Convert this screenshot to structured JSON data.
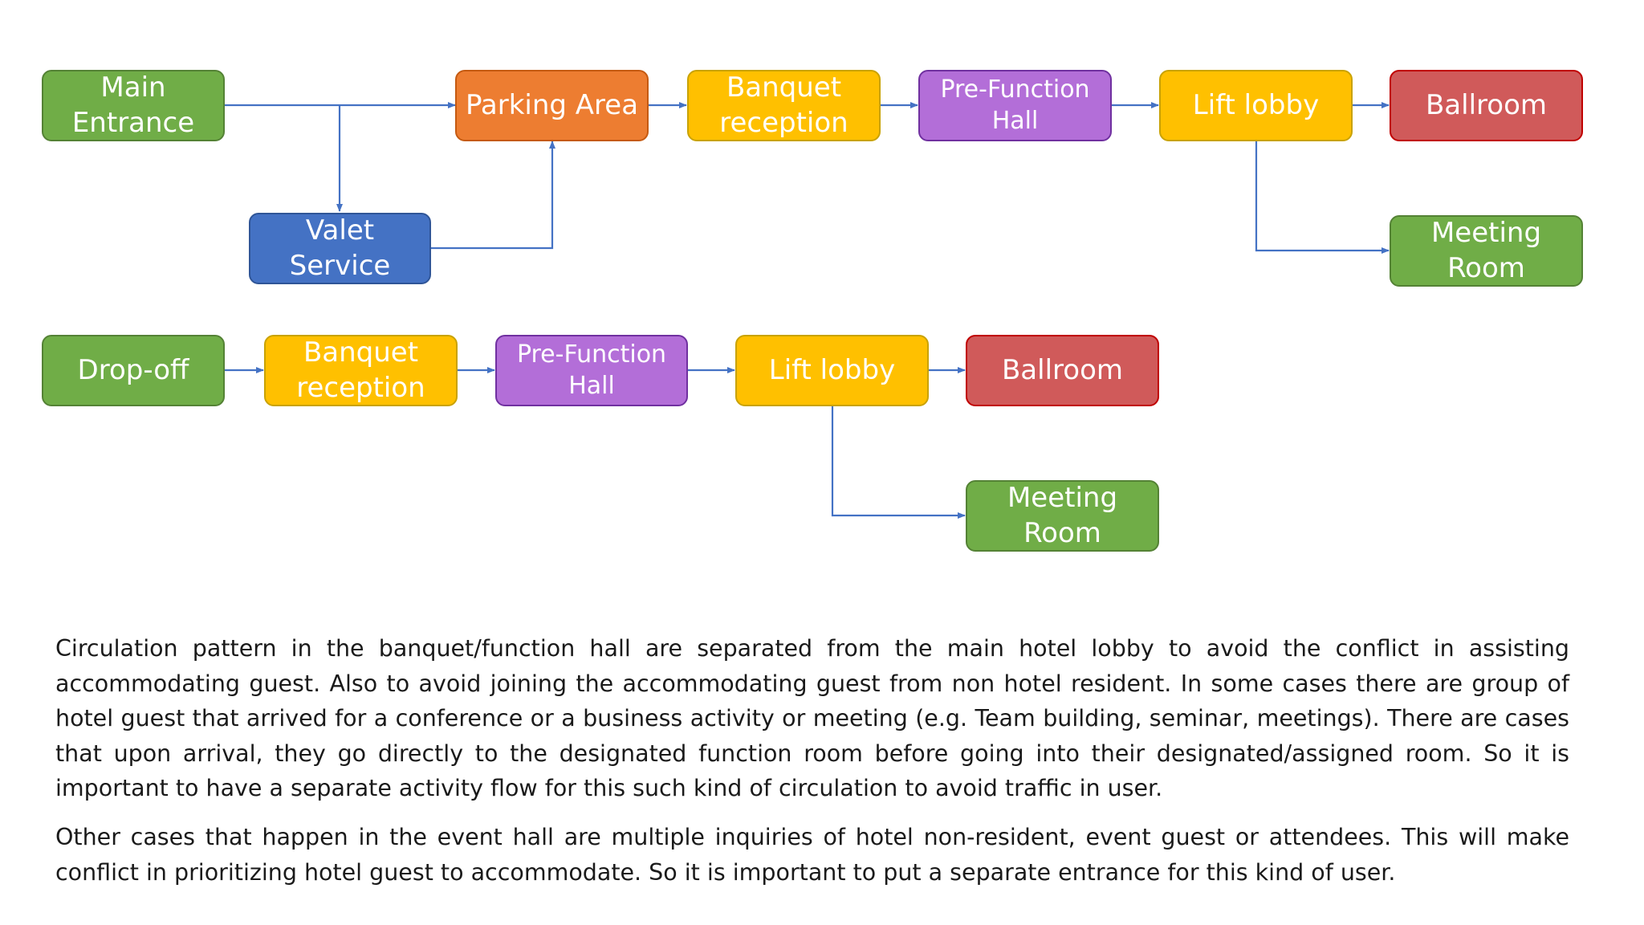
{
  "flow1": {
    "main_entrance": "Main Entrance",
    "parking_area": "Parking Area",
    "valet_service": "Valet Service",
    "banquet_reception": "Banquet reception",
    "pre_function_hall": "Pre-Function Hall",
    "lift_lobby": "Lift lobby",
    "ballroom": "Ballroom",
    "meeting_room": "Meeting Room"
  },
  "flow2": {
    "drop_off": "Drop-off",
    "banquet_reception": "Banquet reception",
    "pre_function_hall": "Pre-Function Hall",
    "lift_lobby": "Lift lobby",
    "ballroom": "Ballroom",
    "meeting_room": "Meeting Room"
  },
  "paragraphs": [
    "Circulation pattern in the banquet/function  hall are separated from the main hotel lobby to avoid the conflict in assisting accommodating guest. Also to avoid joining the accommodating guest from non hotel resident. In some cases there are group of hotel guest that arrived for a conference or a business activity or meeting (e.g. Team building, seminar, meetings). There are cases that upon arrival, they go directly to the designated function room before going into their designated/assigned room. So it is important to have a separate activity flow for this such kind of circulation to avoid traffic in user.",
    "Other cases that happen in the event hall are multiple inquiries of hotel non-resident, event guest or attendees. This will make conflict in prioritizing hotel guest to accommodate. So it is important to put a separate entrance for this kind of user."
  ],
  "colors": {
    "green": "#70ad47",
    "orange": "#ed7d31",
    "yellow": "#ffc000",
    "purple": "#b36ed8",
    "red": "#d05a5a",
    "blue": "#4472c4",
    "connector": "#4472c4"
  }
}
